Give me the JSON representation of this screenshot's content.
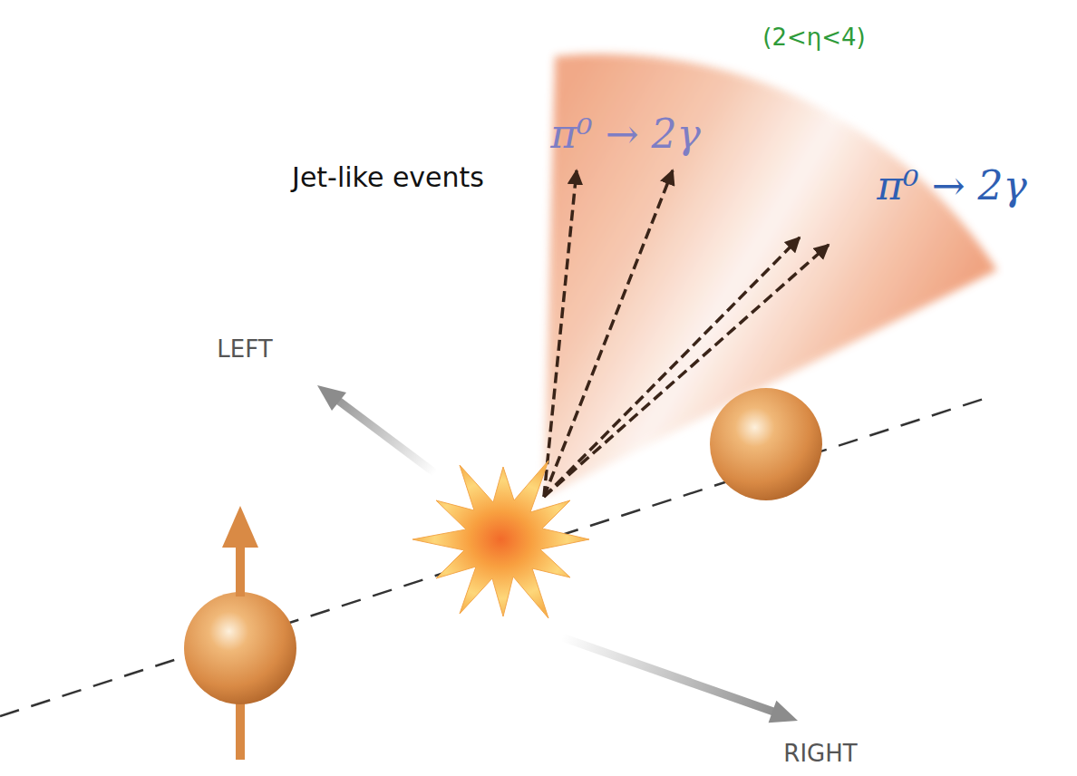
{
  "diagram": {
    "labels": [
      "(2<η<4)",
      "π⁰ → 2γ",
      "π⁰ → 2γ",
      "Jet-like events",
      "LEFT",
      "RIGHT"
    ]
  }
}
